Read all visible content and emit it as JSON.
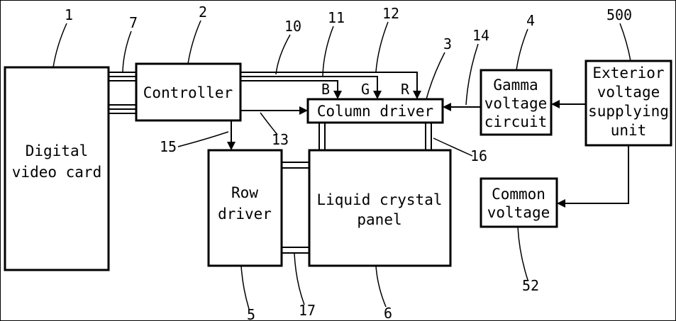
{
  "diagram": {
    "colors": {
      "line": "#000000",
      "background": "#ffffff"
    },
    "boxes": {
      "digital_video_card": {
        "lines": [
          "Digital",
          "video card"
        ]
      },
      "controller": {
        "lines": [
          "Controller"
        ]
      },
      "column_driver": {
        "lines": [
          "Column driver"
        ]
      },
      "gamma_voltage_circuit": {
        "lines": [
          "Gamma",
          "voltage",
          "circuit"
        ]
      },
      "exterior_voltage_supplying_unit": {
        "lines": [
          "Exterior",
          "voltage",
          "supplying",
          "unit"
        ]
      },
      "row_driver": {
        "lines": [
          "Row",
          "driver"
        ]
      },
      "liquid_crystal_panel": {
        "lines": [
          "Liquid crystal",
          "panel"
        ]
      },
      "common_voltage": {
        "lines": [
          "Common",
          "voltage"
        ]
      }
    },
    "signal_labels": {
      "blue": "B",
      "green": "G",
      "red": "R"
    },
    "reference_numerals": {
      "digital_video_card": "1",
      "controller": "2",
      "column_driver": "3",
      "gamma_voltage_circuit": "4",
      "row_driver": "5",
      "liquid_crystal_panel": "6",
      "bus_dvc_controller": "7",
      "controller_output_lines": "10",
      "signal_line_b": "11",
      "signal_line_gr": "12",
      "controller_column_line": "13",
      "gamma_column_line": "14",
      "controller_row_line": "15",
      "column_panel_lines": "16",
      "row_panel_lines": "17",
      "common_voltage": "52",
      "exterior_voltage_supplying_unit": "500"
    }
  }
}
